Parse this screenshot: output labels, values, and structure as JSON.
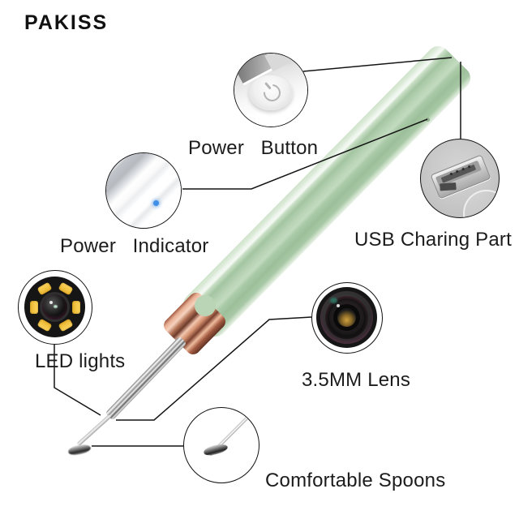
{
  "brand": "PAKISS",
  "product": {
    "type_hint": "ear cleaning endoscope pen, annotated parts diagram"
  },
  "labels": {
    "power_button": "Power   Button",
    "power_indicator": "Power   Indicator",
    "usb": "USB Charing Part",
    "led": "LED lights",
    "lens": "3.5MM Lens",
    "spoons": "Comfortable Spoons"
  },
  "icons": {
    "power_button": "power-icon",
    "power_indicator": "indicator-led-dot-icon",
    "led": "led-array-icon",
    "lens": "camera-lens-icon",
    "usb": "usb-plug-icon",
    "spoons": "spoon-icon"
  },
  "colors": {
    "body_green": "#aecbab",
    "body_highlight": "#eff6ee",
    "collar_copper": "#d89a7b",
    "indicator_blue": "#3f8ee8",
    "led_yellow": "#f2c235",
    "leader_line": "#141414",
    "text": "#1c1c1c",
    "background": "#ffffff"
  }
}
